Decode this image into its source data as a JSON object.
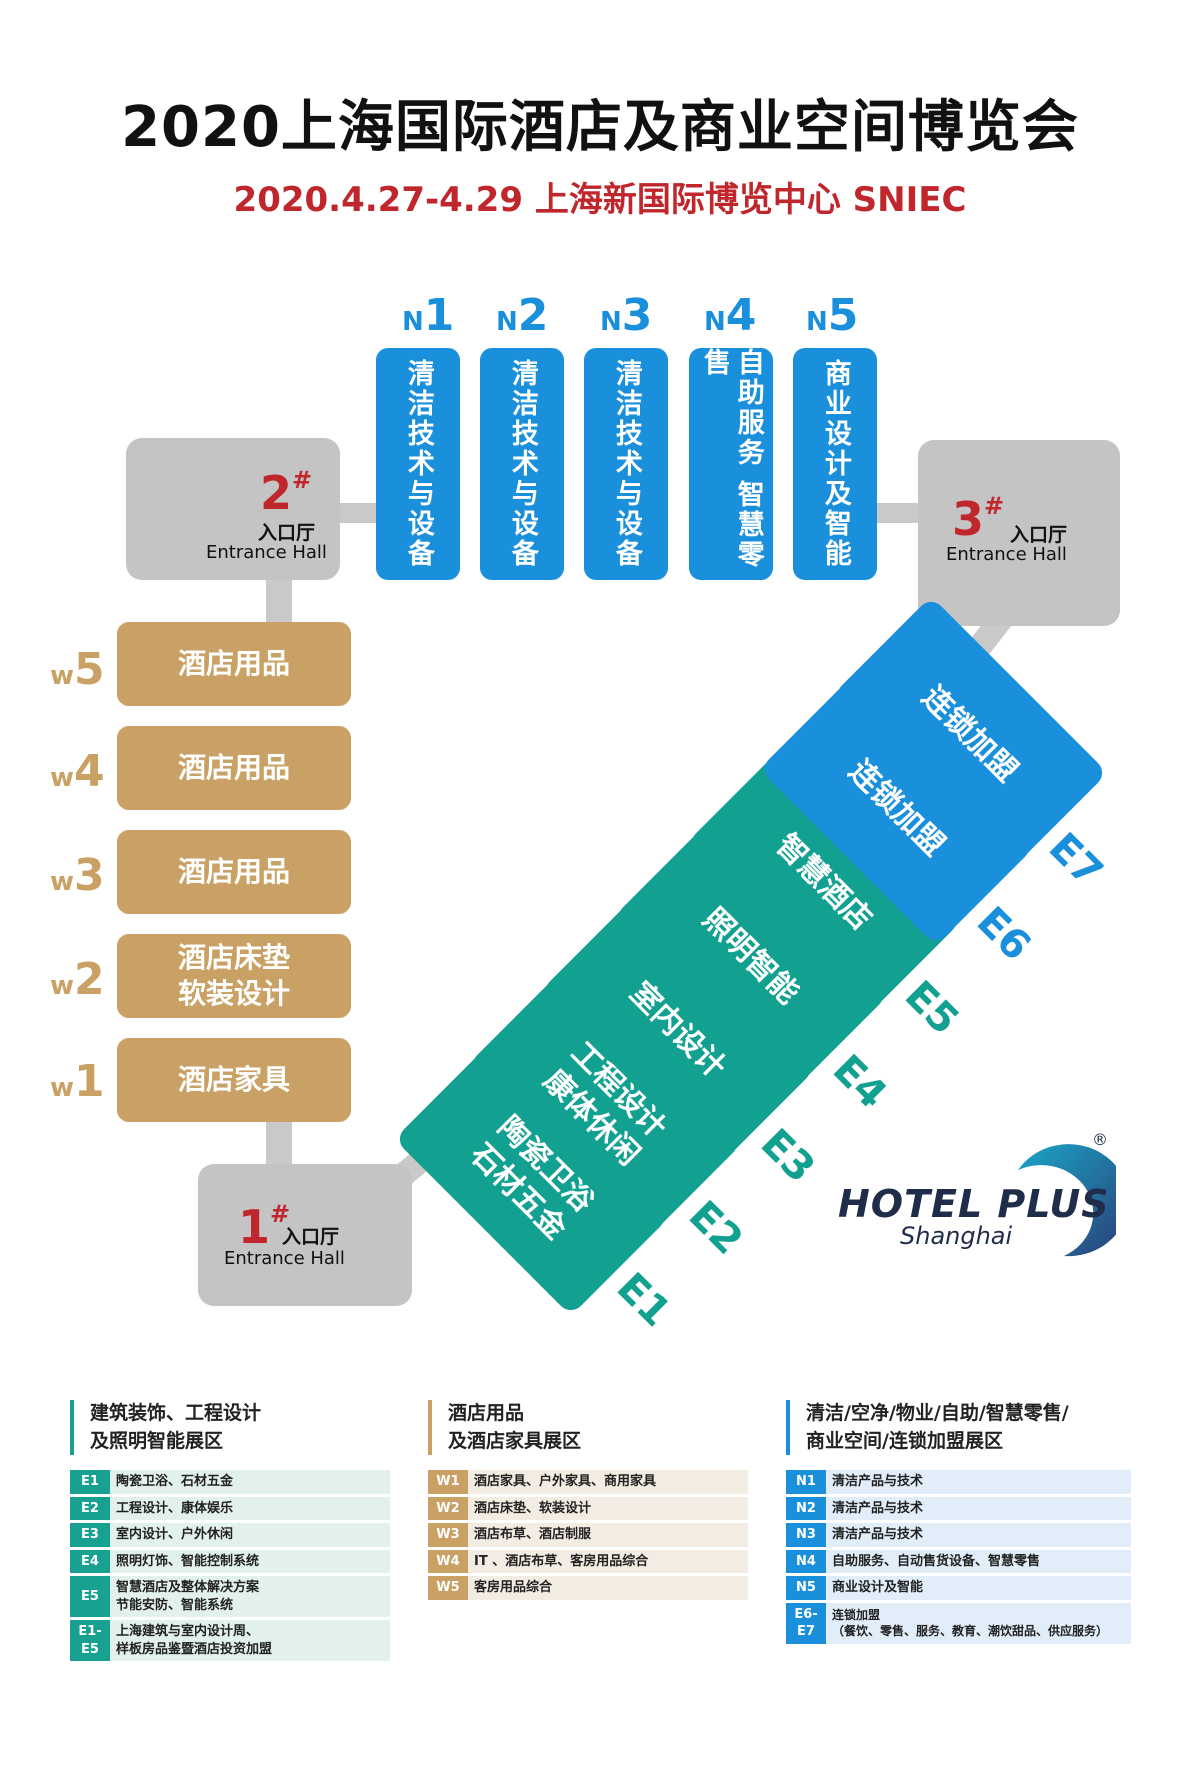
{
  "title": "2020上海国际酒店及商业空间博览会",
  "subtitle": "2020.4.27-4.29  上海新国际博览中心  SNIEC",
  "colors": {
    "north": "#1a8fdc",
    "west": "#c9a164",
    "east_teal": "#12a190",
    "east_blue": "#1a8fdc",
    "hall": "#c4c4c4",
    "red": "#c0272d"
  },
  "halls": [
    {
      "num": "1",
      "sup": "#",
      "cn": "入口厅",
      "en": "Entrance Hall"
    },
    {
      "num": "2",
      "sup": "#",
      "cn": "入口厅",
      "en": "Entrance Hall"
    },
    {
      "num": "3",
      "sup": "#",
      "cn": "入口厅",
      "en": "Entrance Hall"
    }
  ],
  "north": [
    {
      "prefix": "N",
      "num": "1",
      "text": "清洁技术与设备"
    },
    {
      "prefix": "N",
      "num": "2",
      "text": "清洁技术与设备"
    },
    {
      "prefix": "N",
      "num": "3",
      "text": "清洁技术与设备"
    },
    {
      "prefix": "N",
      "num": "4",
      "text": "自助服务\n智慧零售"
    },
    {
      "prefix": "N",
      "num": "5",
      "text": "商业设计及智能"
    }
  ],
  "west": [
    {
      "prefix": "w",
      "num": "5",
      "text": "酒店用品"
    },
    {
      "prefix": "w",
      "num": "4",
      "text": "酒店用品"
    },
    {
      "prefix": "w",
      "num": "3",
      "text": "酒店用品"
    },
    {
      "prefix": "w",
      "num": "2",
      "text": "酒店床垫\n软装设计"
    },
    {
      "prefix": "w",
      "num": "1",
      "text": "酒店家具"
    }
  ],
  "east": [
    {
      "label": "E1",
      "text": "陶瓷卫浴\n石材五金"
    },
    {
      "label": "E2",
      "text": "工程设计\n康体休闲"
    },
    {
      "label": "E3",
      "text": "室内设计"
    },
    {
      "label": "E4",
      "text": "照明智能"
    },
    {
      "label": "E5",
      "text": "智慧酒店"
    },
    {
      "label": "E6",
      "text": "连锁加盟"
    },
    {
      "label": "E7",
      "text": "连锁加盟"
    }
  ],
  "logo": {
    "name": "HOTEL PLUS",
    "city": "Shanghai",
    "mark": "®"
  },
  "legends": [
    {
      "title": "建筑装饰、工程设计\n及照明智能展区",
      "color": "#18a090",
      "rowbg": "#e3f1ee",
      "rows": [
        {
          "code": "E1",
          "text": "陶瓷卫浴、石材五金"
        },
        {
          "code": "E2",
          "text": "工程设计、康体娱乐"
        },
        {
          "code": "E3",
          "text": "室内设计、户外休闲"
        },
        {
          "code": "E4",
          "text": "照明灯饰、智能控制系统"
        },
        {
          "code": "E5",
          "text": "智慧酒店及整体解决方案\n节能安防、智能系统"
        },
        {
          "code": "E1-E5",
          "text": "上海建筑与室内设计周、\n样板房品鉴暨酒店投资加盟"
        }
      ]
    },
    {
      "title": "酒店用品\n及酒店家具展区",
      "color": "#c9a164",
      "rowbg": "#f3ece2",
      "rows": [
        {
          "code": "W1",
          "text": "酒店家具、户外家具、商用家具"
        },
        {
          "code": "W2",
          "text": "酒店床垫、软装设计"
        },
        {
          "code": "W3",
          "text": "酒店布草、酒店制服"
        },
        {
          "code": "W4",
          "text": "IT 、酒店布草、客房用品综合"
        },
        {
          "code": "W5",
          "text": "客房用品综合"
        }
      ]
    },
    {
      "title": "清洁/空净/物业/自助/智慧零售/\n商业空间/连锁加盟展区",
      "color": "#1a8fdc",
      "rowbg": "#e1eefa",
      "rows": [
        {
          "code": "N1",
          "text": "清洁产品与技术"
        },
        {
          "code": "N2",
          "text": "清洁产品与技术"
        },
        {
          "code": "N3",
          "text": "清洁产品与技术"
        },
        {
          "code": "N4",
          "text": "自助服务、自动售货设备、智慧零售"
        },
        {
          "code": "N5",
          "text": "商业设计及智能"
        },
        {
          "code": "E6-E7",
          "text": "连锁加盟\n（餐饮、零售、服务、教育、潮饮甜品、供应服务）"
        }
      ]
    }
  ]
}
